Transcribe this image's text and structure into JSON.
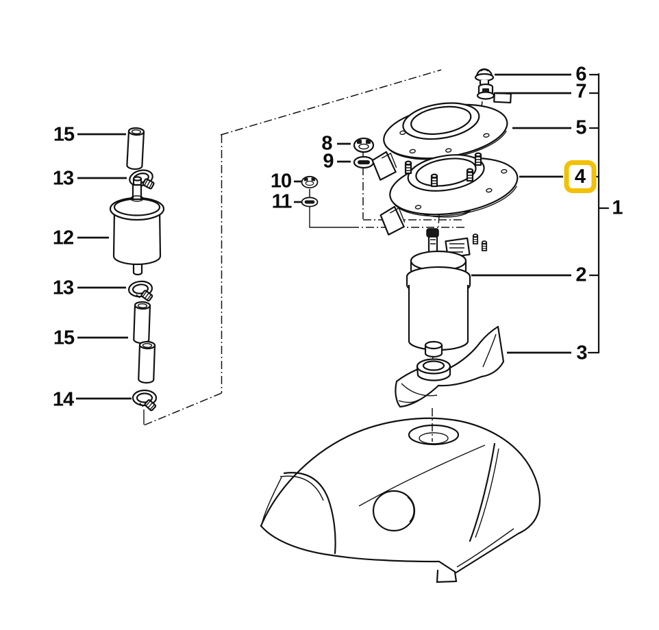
{
  "diagram": {
    "background": "#ffffff",
    "line_color": "#111111",
    "highlight": {
      "part": "4",
      "color": "#F2C100"
    },
    "callouts": {
      "c15a": "15",
      "c13a": "13",
      "c12": "12",
      "c13b": "13",
      "c15b": "15",
      "c14": "14",
      "c8": "8",
      "c9": "9",
      "c10": "10",
      "c11": "11",
      "c6": "6",
      "c7": "7",
      "c5": "5",
      "c4": "4",
      "c1": "1",
      "c2": "2",
      "c3": "3"
    },
    "parts": {
      "1": "fuel-pump-assembly-bracket",
      "2": "fuel-pump",
      "3": "intake-funnel",
      "4": "pump-mounting-flange-with-strainer",
      "5": "retaining-flange-ring",
      "6": "cap-nut",
      "7": "nut",
      "8": "hex-nut",
      "9": "washer",
      "10": "hex-nut",
      "11": "washer",
      "12": "fuel-filter",
      "13": "hose-clamp",
      "14": "hose-clamp",
      "15": "fuel-hose",
      "tank": "fuel-tank"
    }
  }
}
